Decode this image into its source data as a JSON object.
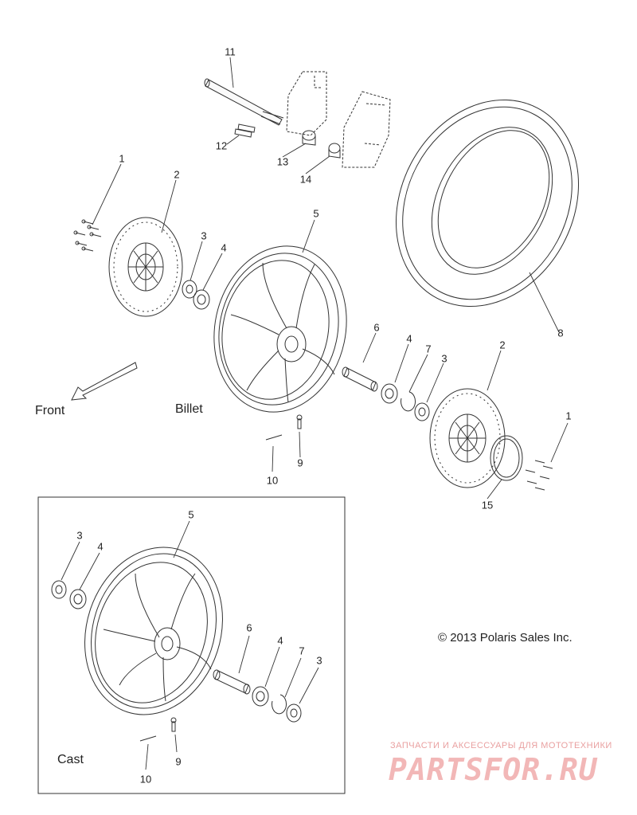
{
  "diagram": {
    "labels": {
      "front": "Front",
      "billet": "Billet",
      "cast": "Cast",
      "copyright": "© 2013 Polaris Sales Inc."
    },
    "callouts": {
      "n1": "1",
      "n2": "2",
      "n3": "3",
      "n4": "4",
      "n5": "5",
      "n6": "6",
      "n7": "7",
      "n8": "8",
      "n9": "9",
      "n10": "10",
      "n11": "11",
      "n12": "12",
      "n13": "13",
      "n14": "14",
      "n15": "15"
    },
    "watermark": {
      "tagline": "ЗАПЧАСТИ И АКСЕССУАРЫ ДЛЯ МОТОТЕХНИКИ",
      "brand": "PARTSFOR.RU",
      "color": "#f2b7b7"
    }
  }
}
